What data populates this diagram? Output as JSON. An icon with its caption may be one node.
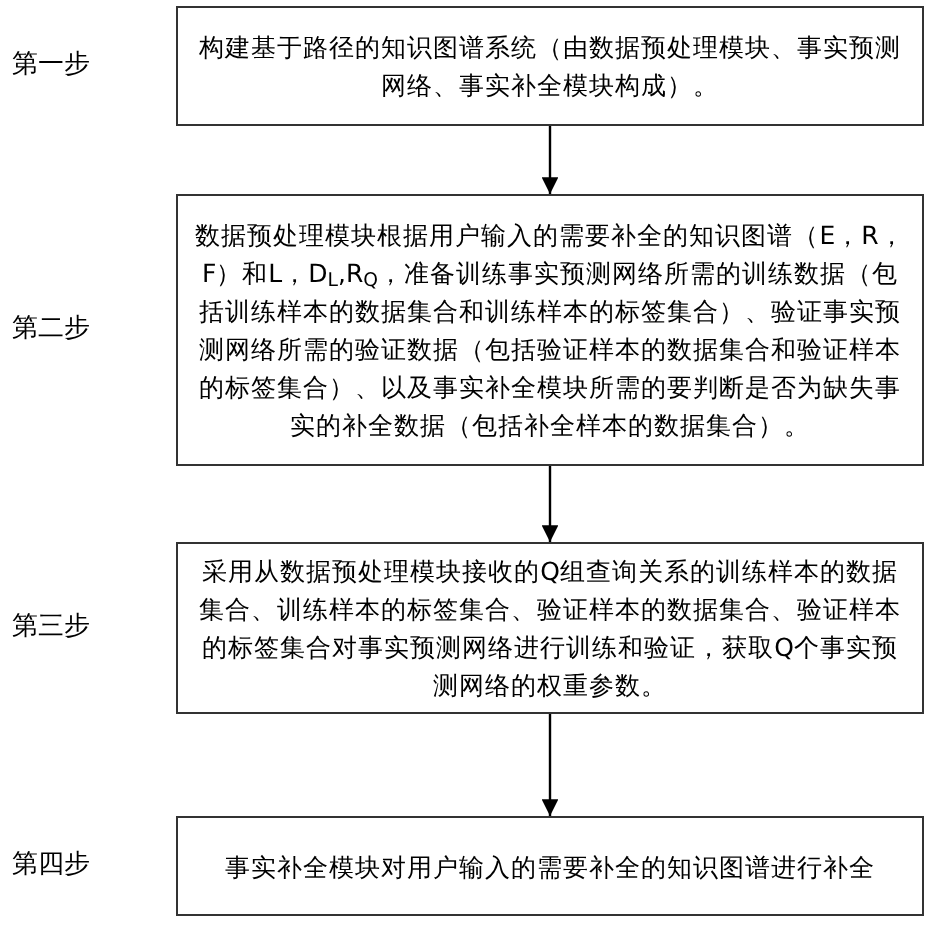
{
  "diagram": {
    "nodes": [
      {
        "text": [
          "构建基于路径的知识图谱系统（由数据预处理模块、事实预测网络、事实补全模块构成）。"
        ],
        "beside": [
          "第一步"
        ]
      },
      {
        "text": [
          "数据预处理模块根据用户输入的需要补全的知识图谱（E，R，F）和L，D$_{L}$,R$_{Q}$，准备训练事实预测网络所需的训练数据（包括训练样本的数据集合和训练样本的标签集合）、验证事实预测网络所需的验证数据（包括验证样本的数据集合和验证样本的标签集合）、以及事实补全模块所需的要判断是否为缺失事实的补全数据（包括补全样本的数据集合）。"
        ],
        "beside": [
          "第二步"
        ]
      },
      {
        "text": [
          "采用从数据预处理模块接收的Q组查询关系的训练样本的数据集合、训练样本的标签集合、验证样本的数据集合、验证样本的标签集合对事实预测网络进行训练和验证，获取Q个事实预测网络的权重参数。"
        ],
        "beside": [
          "第三步"
        ]
      },
      {
        "text": [
          "事实补全模块对用户输入的需要补全的知识图谱进行补全"
        ],
        "beside": [
          "第四步"
        ]
      }
    ],
    "edges": [
      {
        "from": 0,
        "to": 1,
        "arrow": "to"
      },
      {
        "from": 1,
        "to": 2,
        "arrow": "to"
      },
      {
        "from": 2,
        "to": 3,
        "arrow": "to"
      }
    ]
  }
}
